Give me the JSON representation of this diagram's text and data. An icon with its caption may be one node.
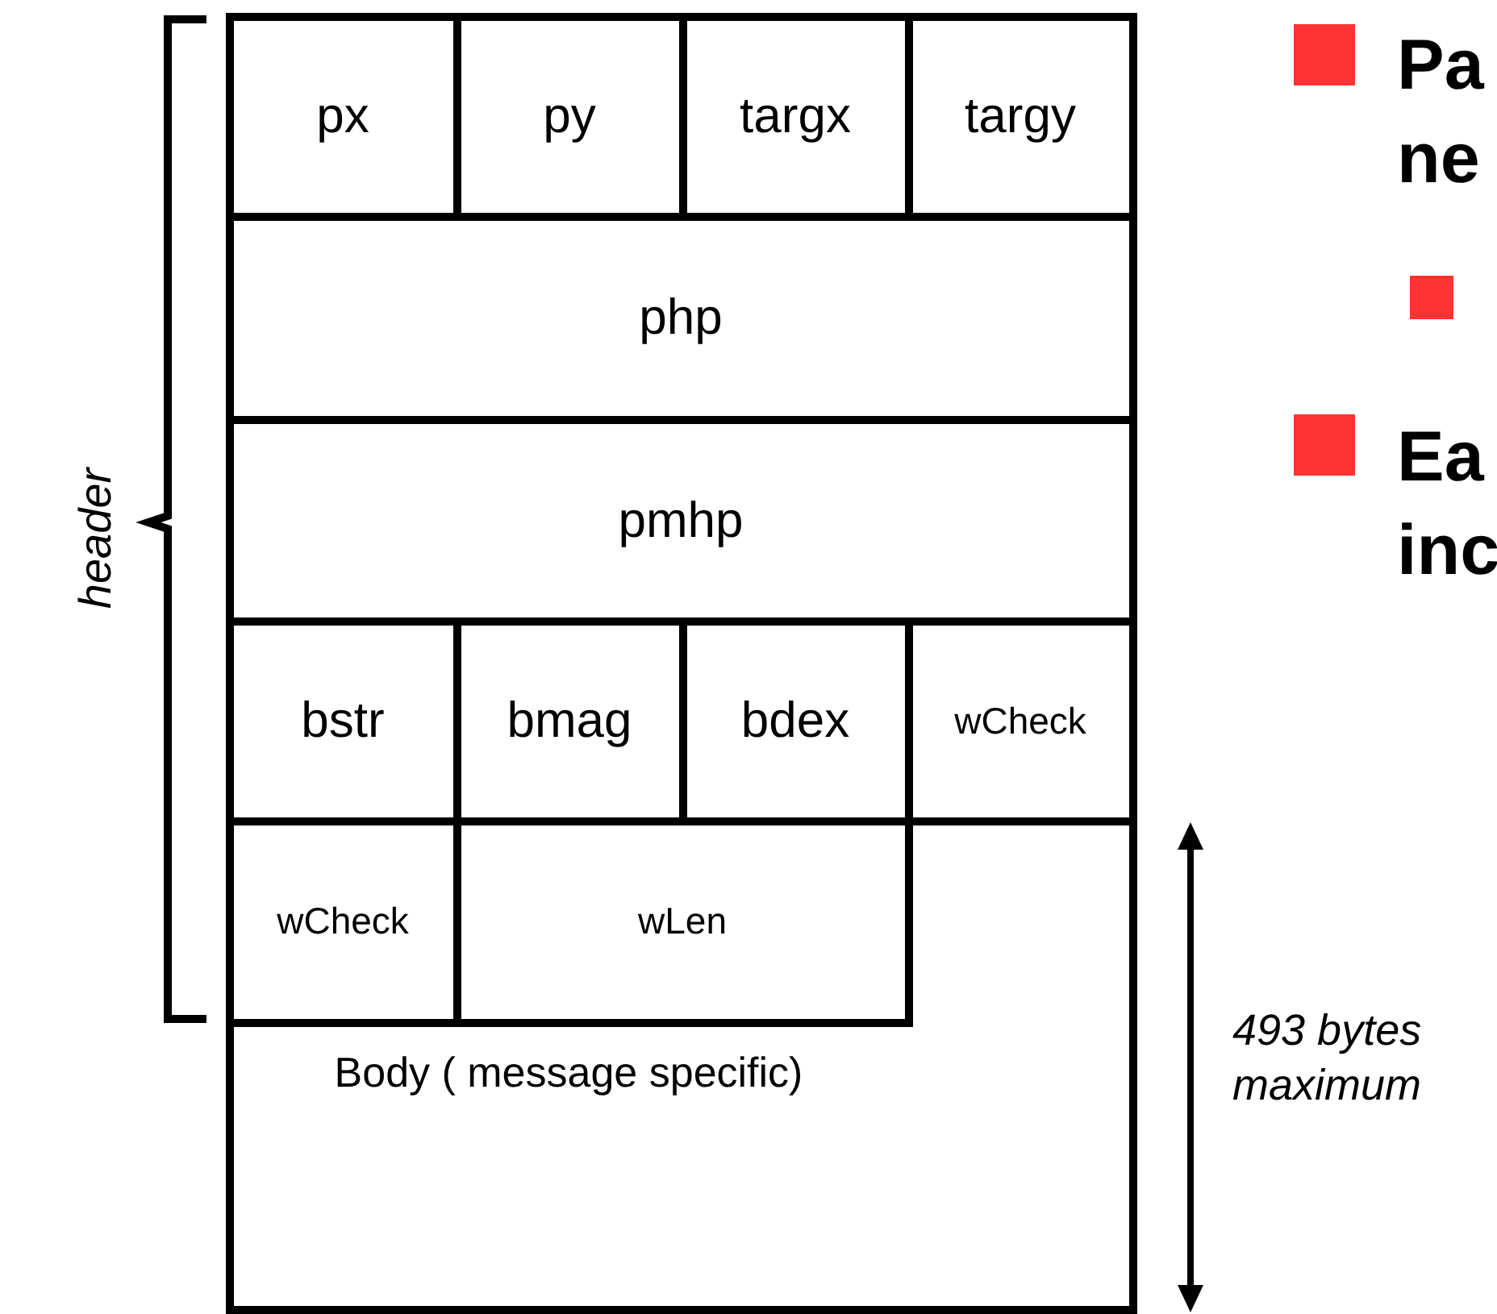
{
  "diagram": {
    "nodes": [
      {
        "text": [
          "px"
        ]
      },
      {
        "text": [
          "py"
        ]
      },
      {
        "text": [
          "targx"
        ]
      },
      {
        "text": [
          "targy"
        ]
      },
      {
        "text": [
          "php"
        ]
      },
      {
        "text": [
          "pmhp"
        ]
      },
      {
        "text": [
          "bstr"
        ]
      },
      {
        "text": [
          "bmag"
        ]
      },
      {
        "text": [
          "bdex"
        ]
      },
      {
        "text": [
          "wCheck"
        ]
      },
      {
        "text": [
          "wCheck"
        ]
      },
      {
        "text": [
          "wLen"
        ]
      },
      {
        "text": [
          "Body ( message specific)"
        ]
      }
    ],
    "edges": [],
    "labels": [
      "Pa ne",
      "Ea inc",
      "header",
      "493 bytes maximum"
    ]
  }
}
